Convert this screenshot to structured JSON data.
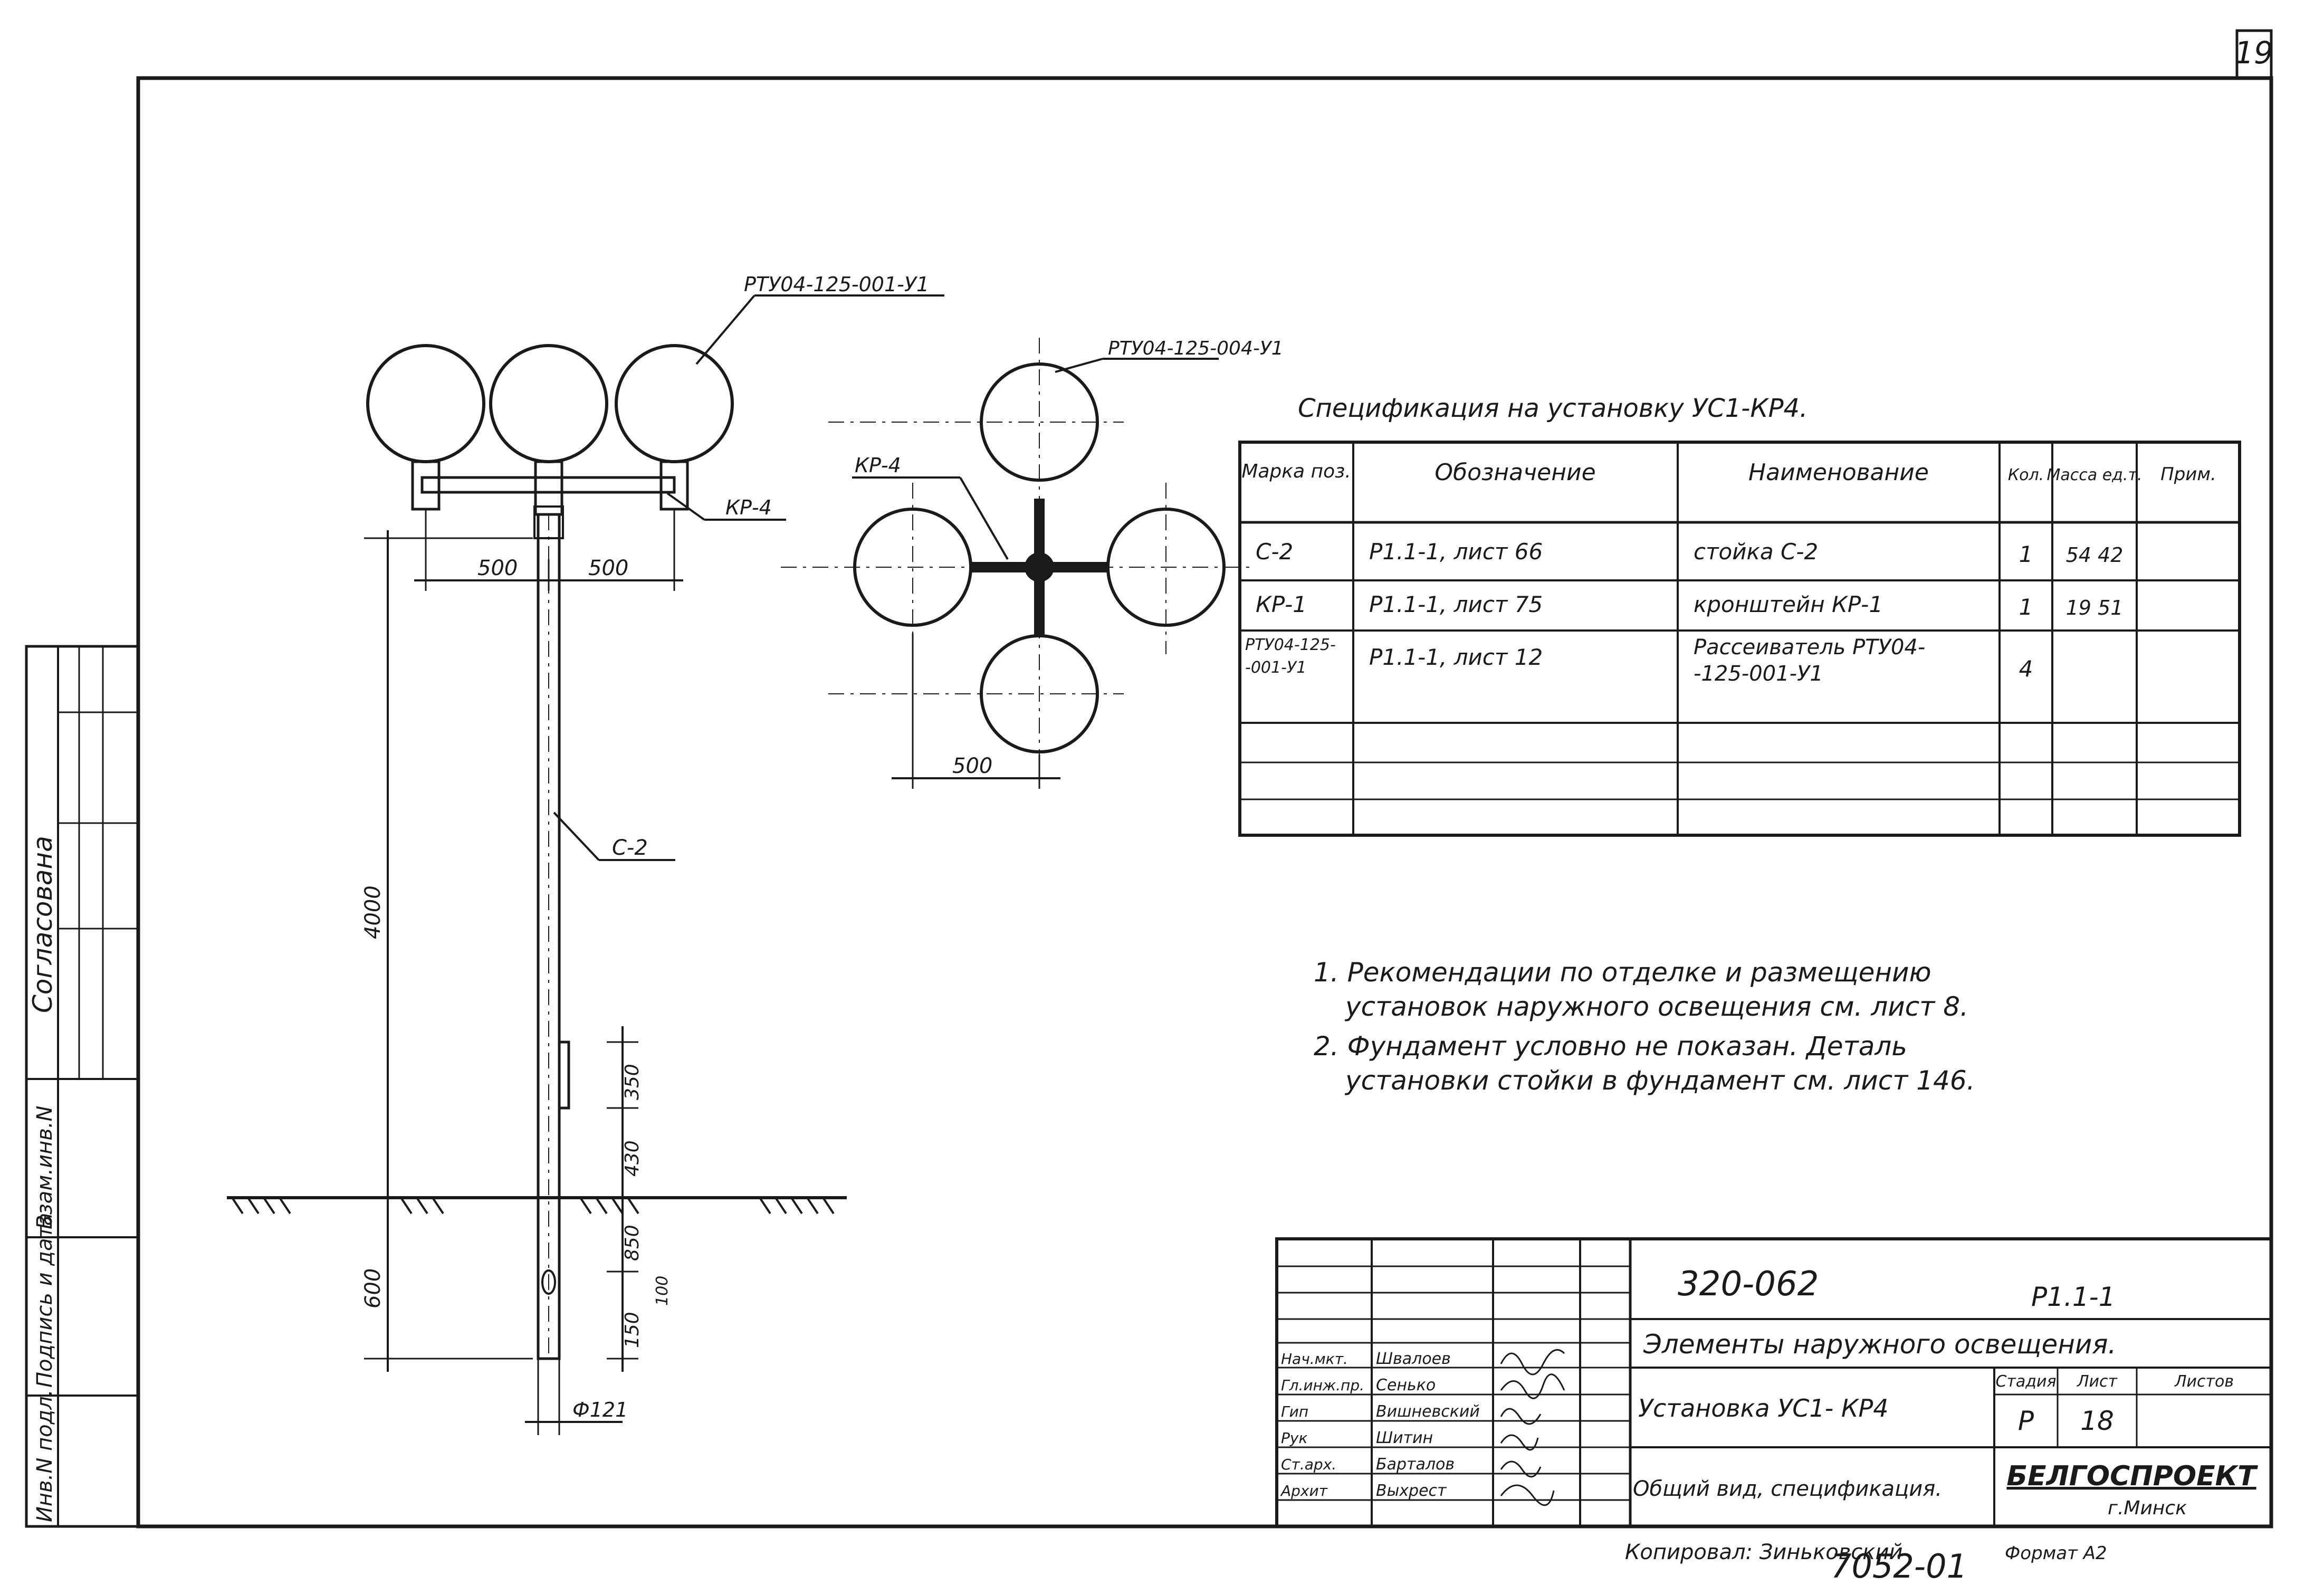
{
  "sheet": {
    "page_number": "19"
  },
  "left_strip": {
    "approval_label": "Согласована",
    "field_1": "Взам.инв.N",
    "field_2": "Подпись и дата",
    "field_3": "Инв.N подл."
  },
  "elevation": {
    "lamp_callout": "РТУ04-125-001-У1",
    "bracket_callout": "КР-4",
    "pole_callout": "С-2",
    "dim_left": "500",
    "dim_right": "500",
    "dim_height": "4000",
    "dim_depth": "600",
    "dim_350": "350",
    "dim_430": "430",
    "dim_850": "850",
    "dim_150": "150",
    "dim_100": "100",
    "dim_diameter": "Ф121"
  },
  "plan": {
    "lamp_callout": "РТУ04-125-004-У1",
    "bracket_callout": "КР-4",
    "dim_offset": "500"
  },
  "spec": {
    "title": "Спецификация на установку УС1-КР4.",
    "headers": {
      "mark": "Марка поз.",
      "designation": "Обозначение",
      "name": "Наименование",
      "qty": "Кол.",
      "mass": "Масса ед.т.",
      "note": "Прим."
    },
    "rows": [
      {
        "mark": "С-2",
        "designation": "Р1.1-1, лист 66",
        "name": "стойка С-2",
        "qty": "1",
        "mass": "54 42",
        "note": ""
      },
      {
        "mark": "КР-1",
        "designation": "Р1.1-1, лист 75",
        "name": "кронштейн КР-1",
        "qty": "1",
        "mass": "19 51",
        "note": ""
      },
      {
        "mark_1": "РТУ04-125-",
        "mark_2": "-001-У1",
        "designation": "Р1.1-1, лист 12",
        "name_1": "Рассеиватель РТУ04-",
        "name_2": "-125-001-У1",
        "qty": "4",
        "mass": "",
        "note": ""
      }
    ]
  },
  "notes": {
    "n1_line1": "1. Рекомендации по отделке и размещению",
    "n1_line2": "установок наружного освещения см. лист 8.",
    "n2_line1": "2. Фундамент условно не показан. Деталь",
    "n2_line2": "установки стойки в фундамент см. лист 146."
  },
  "title_block": {
    "project_code": "320-062",
    "doc_code": "Р1.1-1",
    "title": "Элементы наружного освещения.",
    "subtitle": "Установка УС1- КР4",
    "sheet_desc": "Общий вид, спецификация.",
    "stage_label": "Стадия",
    "sheet_label": "Лист",
    "sheets_label": "Листов",
    "stage_value": "Р",
    "sheet_value": "18",
    "org_name": "БЕЛГОСПРОЕКТ",
    "org_city": "г.Минск",
    "people": [
      {
        "role": "Нач.мкт.",
        "name": "Швалоев"
      },
      {
        "role": "Гл.инж.пр.",
        "name": "Сенько"
      },
      {
        "role": "Гип",
        "name": "Вишневский"
      },
      {
        "role": "Рук",
        "name": "Шитин"
      },
      {
        "role": "Ст.арх.",
        "name": "Барталов"
      },
      {
        "role": "Архит",
        "name": "Выхрест"
      }
    ]
  },
  "footer": {
    "copied_by": "Копировал: Зиньковский",
    "archive_no": "7052-01",
    "format": "Формат А2"
  },
  "colors": {
    "ink": "#1a1a1a",
    "paper": "#ffffff"
  }
}
